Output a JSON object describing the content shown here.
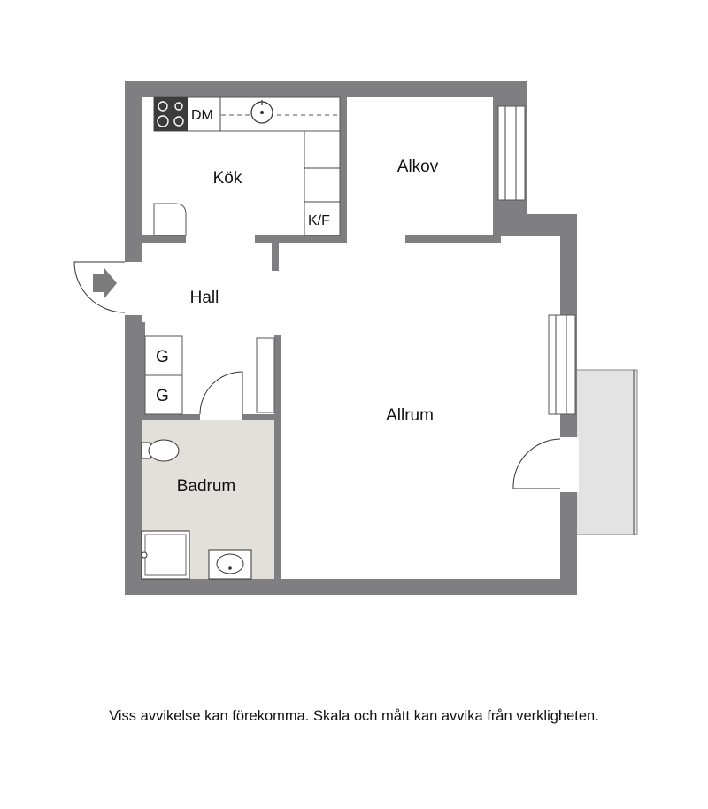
{
  "rooms": {
    "kitchen": "Kök",
    "alcove": "Alkov",
    "hall": "Hall",
    "living_room": "Allrum",
    "bathroom": "Badrum"
  },
  "fixtures": {
    "dishwasher": "DM",
    "fridge_freezer": "K/F",
    "wardrobe_1": "G",
    "wardrobe_2": "G"
  },
  "disclaimer": "Viss avvikelse kan förekomma. Skala och mått kan avvika från verkligheten.",
  "colors": {
    "wall": "#7f7f81",
    "bathroom_floor": "#e3dfda",
    "balcony": "#e4e3e3",
    "stove": "#3c3c3c"
  },
  "icons": {
    "entrance": "entrance-arrow-icon",
    "stove": "stove-icon",
    "sink": "sink-icon",
    "toilet": "toilet-icon",
    "shower": "shower-icon",
    "basin": "basin-icon"
  }
}
